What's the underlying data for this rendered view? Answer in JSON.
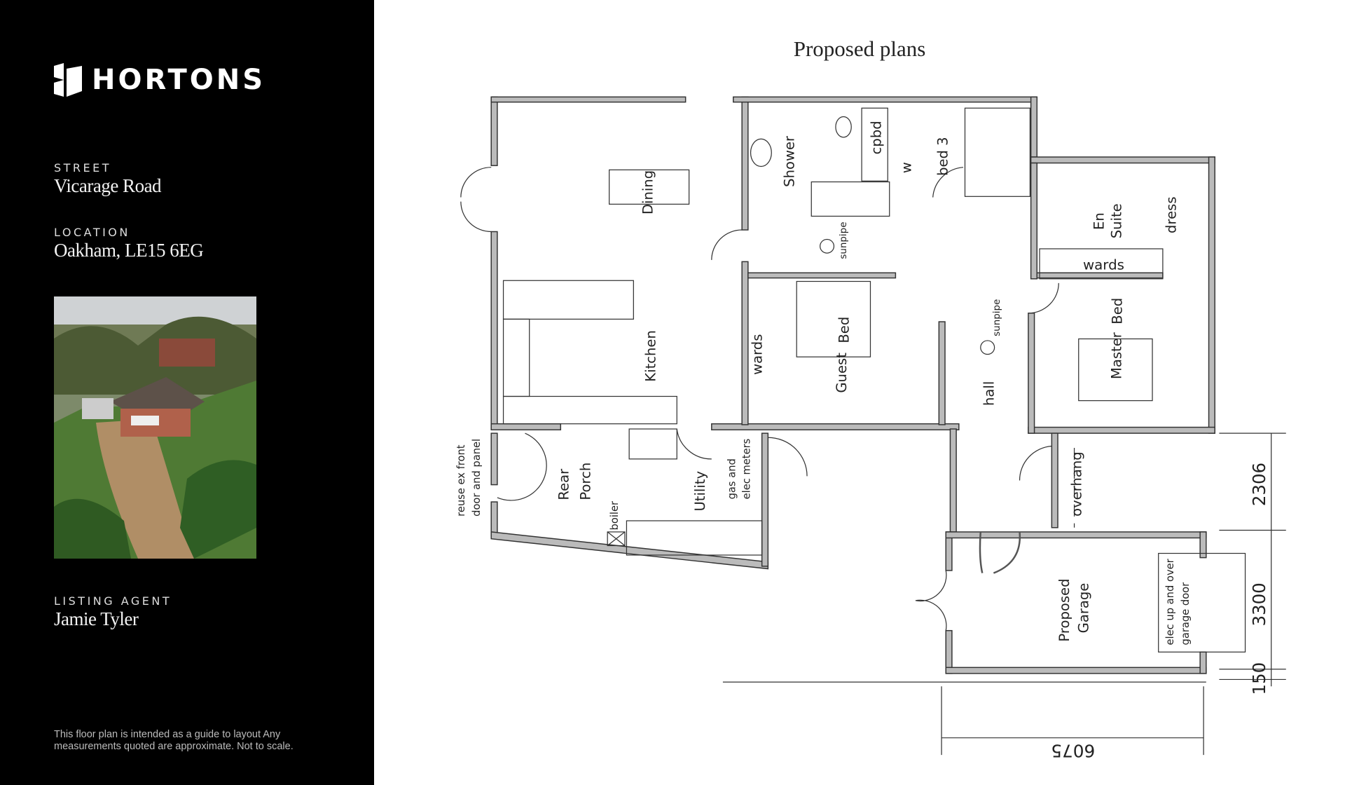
{
  "brand": {
    "name": "HORTONS"
  },
  "details": [
    {
      "label": "STREET",
      "value": "Vicarage Road"
    },
    {
      "label": "LOCATION",
      "value": "Oakham, LE15 6EG"
    },
    {
      "label": "LISTING AGENT",
      "value": "Jamie Tyler"
    }
  ],
  "disclaimer": "This floor plan is intended  as a guide to layout Any measurements quoted are approximate. Not to scale.",
  "plan": {
    "title": "Proposed plans",
    "rooms": {
      "dining": "Dining",
      "kitchen": "Kitchen",
      "shower": "Shower",
      "cpbd": "cpbd",
      "w": "w",
      "bed3": "bed 3",
      "en": "En",
      "suite": "Suite",
      "dress": "dress",
      "wards_ensuite": "wards",
      "sunpipe1": "sunpipe",
      "sunpipe2": "sunpipe",
      "wards_guest": "wards",
      "guest": "Guest",
      "bed_guest": "Bed",
      "hall": "hall",
      "master": "Master",
      "bed_master": "Bed",
      "overhang": "overhang",
      "rear": "Rear",
      "porch": "Porch",
      "utility": "Utility",
      "gas": "gas and",
      "meters": "elec meters",
      "boiler": "boiler",
      "reuse1": "reuse ex front",
      "reuse2": "door and panel",
      "proposed": "Proposed",
      "garage": "Garage",
      "door1": "elec up and over",
      "door2": "garage door"
    },
    "dimensions": {
      "d1": "2306",
      "d2": "3300",
      "d3": "150",
      "d4": "6075"
    }
  }
}
